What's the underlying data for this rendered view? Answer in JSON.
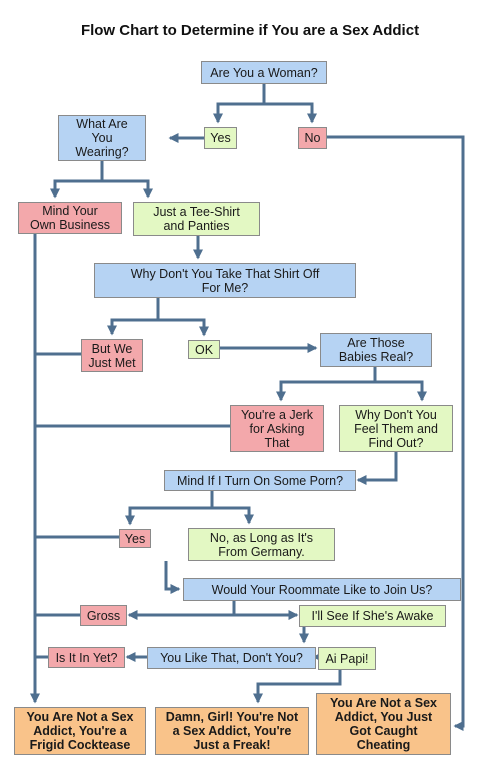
{
  "title": "Flow Chart to Determine if You are a Sex Addict",
  "colors": {
    "question": "#b6d3f3",
    "positive": "#e3f8c3",
    "negative": "#f3a8ab",
    "result": "#f9c38a",
    "connector": "#4f6f8f"
  },
  "nodes": {
    "woman": "Are You a Woman?",
    "yes1": "Yes",
    "no1": "No",
    "wearing": "What Are\nYou\nWearing?",
    "mind_business": "Mind Your\nOwn Business",
    "tee_shirt": "Just a Tee-Shirt\nand Panties",
    "shirt_off": "Why Don't You Take That Shirt Off\nFor Me?",
    "just_met": "But We\nJust Met",
    "ok": "OK",
    "babies_real": "Are Those\nBabies Real?",
    "jerk": "You're a Jerk\nfor Asking\nThat",
    "feel_them": "Why Don't You\nFeel Them and\nFind Out?",
    "porn": "Mind If I Turn On Some Porn?",
    "yes2": "Yes",
    "germany": "No, as Long as It's\nFrom Germany.",
    "roommate": "Would Your Roommate Like to Join Us?",
    "gross": "Gross",
    "awake": "I'll See If She's Awake",
    "is_it_in": "Is It In Yet?",
    "you_like": "You Like That, Don't You?",
    "ai_papi": "Ai Papi!",
    "frigid": "You Are Not a Sex\nAddict, You're a\nFrigid Cocktease",
    "freak": "Damn, Girl! You're Not\na Sex Addict, You're\nJust a Freak!",
    "cheating": "You Are Not a Sex\nAddict, You Just\nGot Caught\nCheating"
  }
}
